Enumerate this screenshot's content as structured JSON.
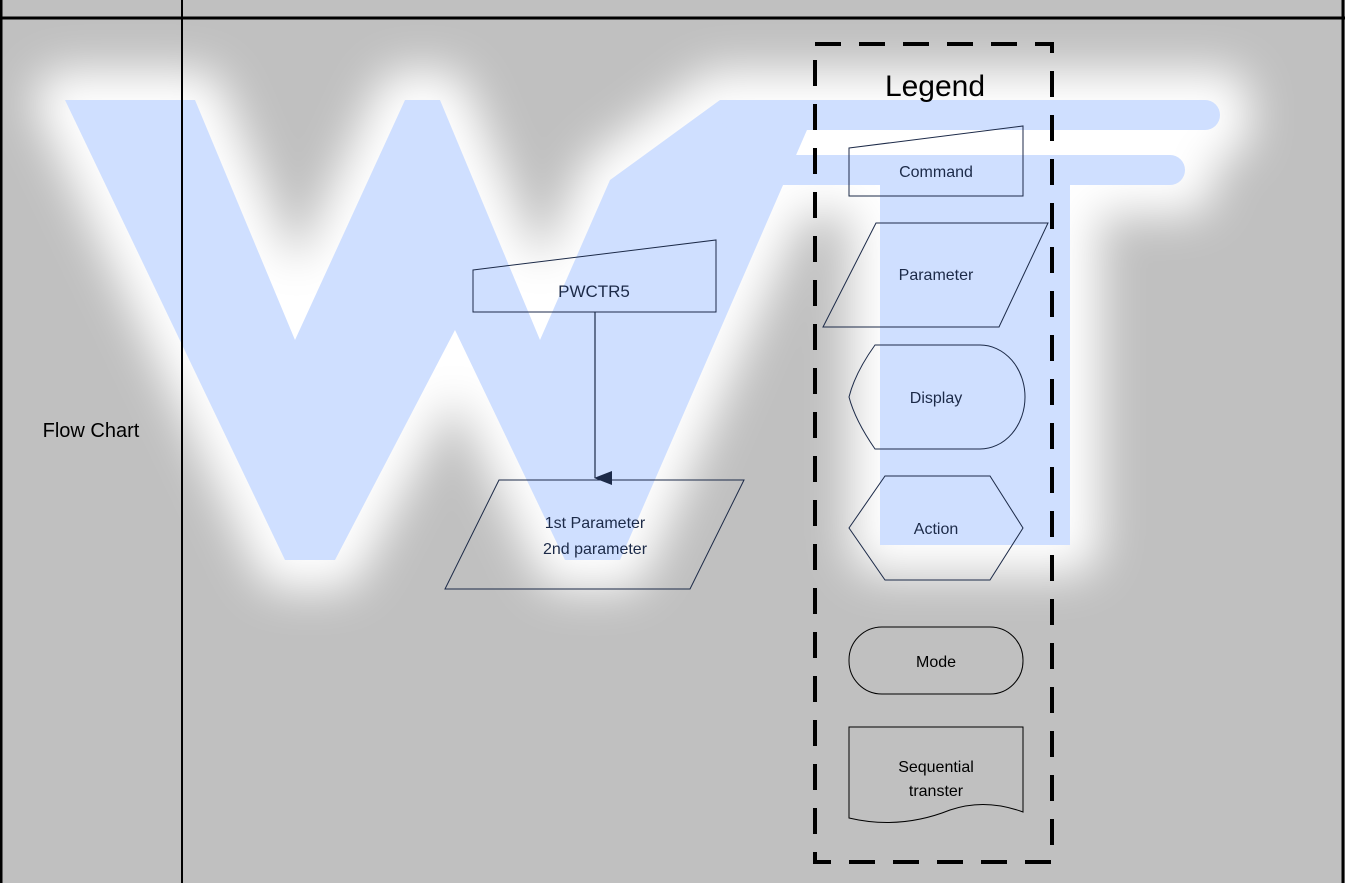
{
  "table": {
    "row_label": "Flow Chart"
  },
  "flow": {
    "command_label": "PWCTR5",
    "parameter_line1": "1st Parameter",
    "parameter_line2": "2nd parameter"
  },
  "legend": {
    "title": "Legend",
    "items": {
      "command": "Command",
      "parameter": "Parameter",
      "display": "Display",
      "action": "Action",
      "mode": "Mode",
      "sequential_line1": "Sequential",
      "sequential_line2": "transter"
    }
  },
  "colors": {
    "background": "#c0c0c0",
    "watermark": "#cfdfff",
    "text_dark_blue": "#1c2a48",
    "arrow": "#1c2a48"
  }
}
